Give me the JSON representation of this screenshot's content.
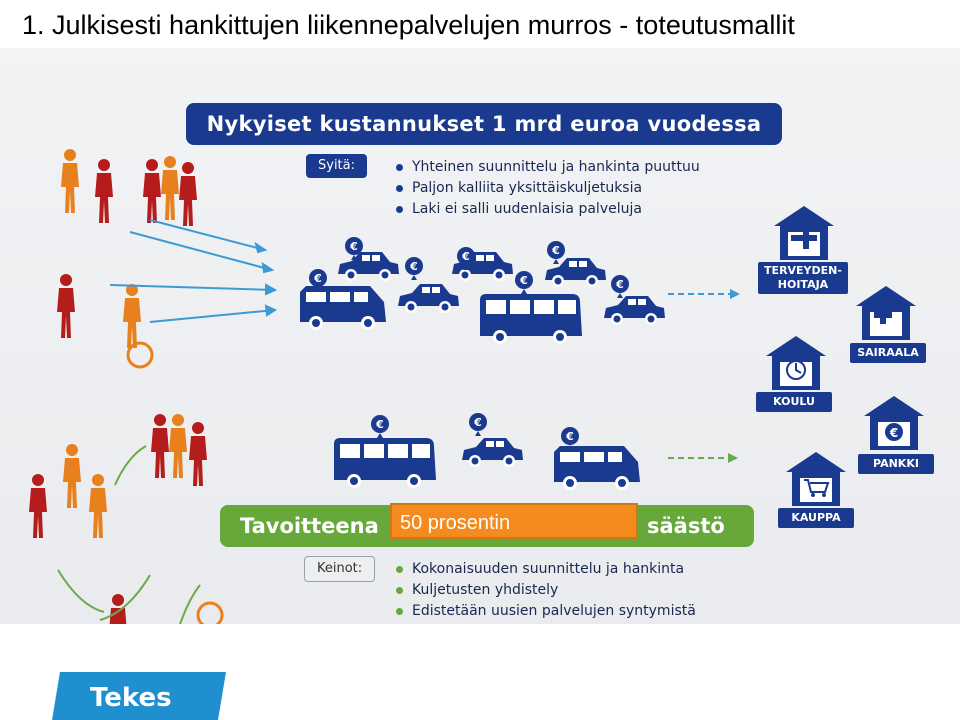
{
  "slide": {
    "title": "1. Julkisesti hankittujen liikennepalvelujen murros - toteutusmallit"
  },
  "current": {
    "banner": "Nykyiset kustannukset 1 mrd euroa vuodessa",
    "reasons_label": "Syitä:",
    "reasons": [
      "Yhteinen suunnittelu ja hankinta puuttuu",
      "Paljon kalliita yksittäiskuljetuksia",
      "Laki ei salli uudenlaisia palveluja"
    ]
  },
  "goal": {
    "prefix": "Tavoitteena",
    "value": "50 prosentin",
    "suffix": "säästö",
    "means_label": "Keinot:",
    "means": [
      "Kokonaisuuden suunnittelu ja hankinta",
      "Kuljetusten yhdistely",
      "Edistetään uusien palvelujen syntymistä"
    ]
  },
  "destinations": {
    "health": "TERVEYDEN-\nHOITAJA",
    "health_line1": "TERVEYDEN-",
    "health_line2": "HOITAJA",
    "hospital": "SAIRAALA",
    "school": "KOULU",
    "bank": "PANKKI",
    "shop": "KAUPPA"
  },
  "logo": {
    "text": "Tekes"
  },
  "colors": {
    "navy": "#1a3a8f",
    "green": "#67a83a",
    "orange": "#f58a1f",
    "red": "#b51d1d",
    "teal": "#3c9ad6"
  }
}
